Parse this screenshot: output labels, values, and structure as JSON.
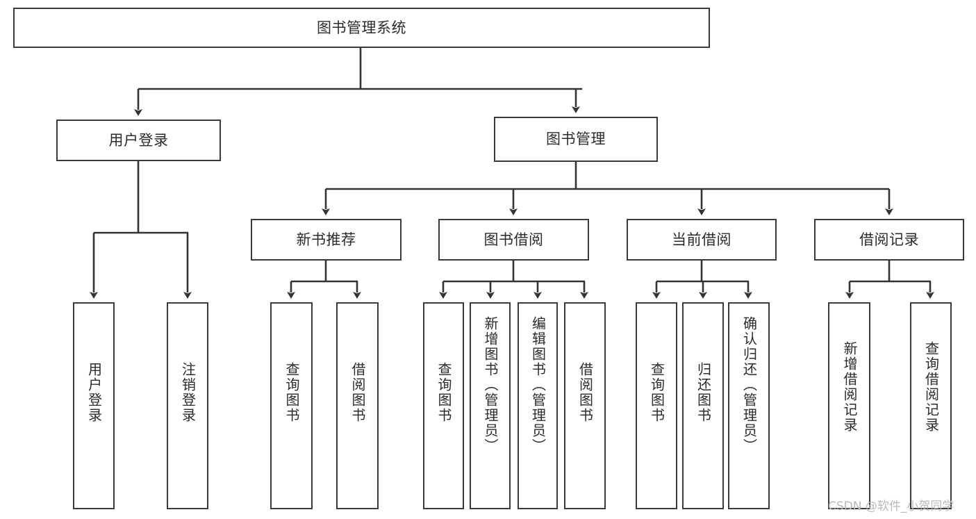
{
  "diagram": {
    "title": "图书管理系统",
    "type": "功能结构图",
    "watermark": "CSDN @软件_小贺同学",
    "colors": {
      "box_border": "#3a3a3a",
      "box_fill": "#ffffff",
      "connector": "#333333",
      "text": "#2b2b2b",
      "watermark": "#b9b9b9",
      "background": "#ffffff"
    },
    "root": {
      "label": "图书管理系统"
    },
    "level2": [
      {
        "label": "用户登录"
      },
      {
        "label": "图书管理"
      }
    ],
    "level3": [
      {
        "label": "新书推荐"
      },
      {
        "label": "图书借阅"
      },
      {
        "label": "当前借阅"
      },
      {
        "label": "借阅记录"
      }
    ],
    "groups": [
      {
        "parent": "用户登录",
        "leaves": [
          {
            "label": "用户登录"
          },
          {
            "label": "注销登录"
          }
        ]
      },
      {
        "parent": "新书推荐",
        "leaves": [
          {
            "label": "查询图书"
          },
          {
            "label": "借阅图书"
          }
        ]
      },
      {
        "parent": "图书借阅",
        "leaves": [
          {
            "label": "查询图书"
          },
          {
            "label": "新增图书（管理员）"
          },
          {
            "label": "编辑图书（管理员）"
          },
          {
            "label": "借阅图书"
          }
        ]
      },
      {
        "parent": "当前借阅",
        "leaves": [
          {
            "label": "查询图书"
          },
          {
            "label": "归还图书"
          },
          {
            "label": "确认归还（管理员）"
          }
        ]
      },
      {
        "parent": "借阅记录",
        "leaves": [
          {
            "label": "新增借阅记录"
          },
          {
            "label": "查询借阅记录"
          }
        ]
      }
    ],
    "nodes": {
      "root": {
        "label": "图书管理系统"
      },
      "user_login": {
        "label": "用户登录"
      },
      "book_mgmt": {
        "label": "图书管理"
      },
      "new_book_rec": {
        "label": "新书推荐"
      },
      "book_borrow": {
        "label": "图书借阅"
      },
      "current_borrow": {
        "label": "当前借阅"
      },
      "borrow_record": {
        "label": "借阅记录"
      },
      "leaf_user_login": {
        "label": "用户登录"
      },
      "leaf_logout": {
        "label": "注销登录"
      },
      "leaf_query_book_a": {
        "label": "查询图书"
      },
      "leaf_borrow_book_a": {
        "label": "借阅图书"
      },
      "leaf_query_book_b": {
        "label": "查询图书"
      },
      "leaf_add_book_admin": {
        "label": "新增图书（管理员）"
      },
      "leaf_edit_book_admin": {
        "label": "编辑图书（管理员）"
      },
      "leaf_borrow_book_b": {
        "label": "借阅图书"
      },
      "leaf_query_book_c": {
        "label": "查询图书"
      },
      "leaf_return_book": {
        "label": "归还图书"
      },
      "leaf_confirm_return_admin": {
        "label": "确认归还（管理员）"
      },
      "leaf_add_record": {
        "label": "新增借阅记录"
      },
      "leaf_query_record": {
        "label": "查询借阅记录"
      }
    }
  }
}
